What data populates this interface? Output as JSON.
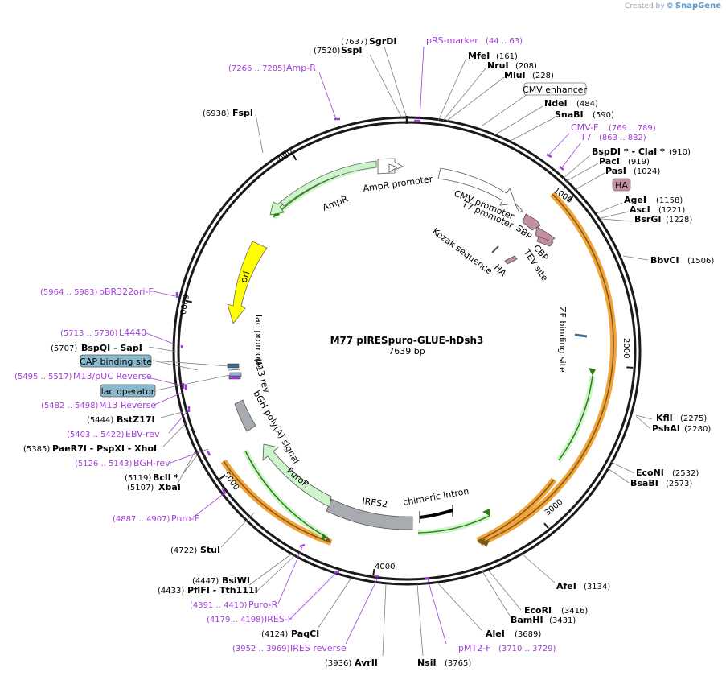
{
  "credit": {
    "prefix": "Created by",
    "brand": "SnapGene"
  },
  "plasmid": {
    "name": "M77 pIRESpuro-GLUE-hDsh3",
    "length_label": "7639 bp",
    "length": 7639
  },
  "ticks": [
    {
      "pos": 1000,
      "label": "1000"
    },
    {
      "pos": 2000,
      "label": "2000"
    },
    {
      "pos": 3000,
      "label": "3000"
    },
    {
      "pos": 4000,
      "label": "4000"
    },
    {
      "pos": 5000,
      "label": "5000"
    },
    {
      "pos": 6000,
      "label": "6000"
    },
    {
      "pos": 7000,
      "label": "7000"
    }
  ],
  "sites": [
    {
      "name": "SgrDI",
      "pos_label": "(7637)",
      "pos": 7637
    },
    {
      "name": "SspI",
      "pos_label": "(7520)",
      "pos": 7520
    },
    {
      "name": "MfeI",
      "pos_label": "(161)",
      "pos": 161
    },
    {
      "name": "NruI",
      "pos_label": "(208)",
      "pos": 208
    },
    {
      "name": "MluI",
      "pos_label": "(228)",
      "pos": 228
    },
    {
      "name": "NdeI",
      "pos_label": "(484)",
      "pos": 484
    },
    {
      "name": "SnaBI",
      "pos_label": "(590)",
      "pos": 590
    },
    {
      "name": "BspDI * - ClaI *",
      "pos_label": "(910)",
      "pos": 910
    },
    {
      "name": "PacI",
      "pos_label": "(919)",
      "pos": 919
    },
    {
      "name": "PasI",
      "pos_label": "(1024)",
      "pos": 1024
    },
    {
      "name": "AgeI",
      "pos_label": "(1158)",
      "pos": 1158
    },
    {
      "name": "AscI",
      "pos_label": "(1221)",
      "pos": 1221
    },
    {
      "name": "BsrGI",
      "pos_label": "(1228)",
      "pos": 1228
    },
    {
      "name": "BbvCI",
      "pos_label": "(1506)",
      "pos": 1506
    },
    {
      "name": "KflI",
      "pos_label": "(2275)",
      "pos": 2275
    },
    {
      "name": "PshAI",
      "pos_label": "(2280)",
      "pos": 2280
    },
    {
      "name": "EcoNI",
      "pos_label": "(2532)",
      "pos": 2532
    },
    {
      "name": "BsaBI",
      "pos_label": "(2573)",
      "pos": 2573
    },
    {
      "name": "AfeI",
      "pos_label": "(3134)",
      "pos": 3134
    },
    {
      "name": "EcoRI",
      "pos_label": "(3416)",
      "pos": 3416
    },
    {
      "name": "BamHI",
      "pos_label": "(3431)",
      "pos": 3431
    },
    {
      "name": "AleI",
      "pos_label": "(3689)",
      "pos": 3689
    },
    {
      "name": "NsiI",
      "pos_label": "(3765)",
      "pos": 3765
    },
    {
      "name": "AvrII",
      "pos_label": "(3936)",
      "pos": 3936
    },
    {
      "name": "PaqCI",
      "pos_label": "(4124)",
      "pos": 4124
    },
    {
      "name": "BsiWI",
      "pos_label": "(4447)",
      "pos": 4447
    },
    {
      "name": "PflFI - Tth111I",
      "pos_label": "(4433)",
      "pos": 4433
    },
    {
      "name": "StuI",
      "pos_label": "(4722)",
      "pos": 4722
    },
    {
      "name": "BclI *",
      "pos_label": "(5119)",
      "pos": 5119
    },
    {
      "name": "XbaI",
      "pos_label": "(5107)",
      "pos": 5107
    },
    {
      "name": "PaeR7I - PspXI - XhoI",
      "pos_label": "(5385)",
      "pos": 5385
    },
    {
      "name": "BstZ17I",
      "pos_label": "(5444)",
      "pos": 5444
    },
    {
      "name": "BspQI - SapI",
      "pos_label": "(5707)",
      "pos": 5707
    },
    {
      "name": "FspI",
      "pos_label": "(6938)",
      "pos": 6938
    }
  ],
  "primers": [
    {
      "name": "pRS-marker",
      "range_label": "(44 .. 63)",
      "pos": 53
    },
    {
      "name": "Amp-R",
      "range_label": "(7266 .. 7285)",
      "pos": 7275
    },
    {
      "name": "CMV-F",
      "range_label": "(769 .. 789)",
      "pos": 779
    },
    {
      "name": "T7",
      "range_label": "(863 .. 882)",
      "pos": 872
    },
    {
      "name": "pBR322ori-F",
      "range_label": "(5964 .. 5983)",
      "pos": 5973
    },
    {
      "name": "L4440",
      "range_label": "(5713 .. 5730)",
      "pos": 5721
    },
    {
      "name": "M13/pUC Reverse",
      "range_label": "(5495 .. 5517)",
      "pos": 5506
    },
    {
      "name": "M13 Reverse",
      "range_label": "(5482 .. 5498)",
      "pos": 5490
    },
    {
      "name": "EBV-rev",
      "range_label": "(5403 .. 5422)",
      "pos": 5412
    },
    {
      "name": "BGH-rev",
      "range_label": "(5126 .. 5143)",
      "pos": 5134
    },
    {
      "name": "Puro-F",
      "range_label": "(4887 .. 4907)",
      "pos": 4897
    },
    {
      "name": "Puro-R",
      "range_label": "(4391 .. 4410)",
      "pos": 4400
    },
    {
      "name": "IRES-F",
      "range_label": "(4179 .. 4198)",
      "pos": 4188
    },
    {
      "name": "IRES reverse",
      "range_label": "(3952 .. 3969)",
      "pos": 3960
    },
    {
      "name": "pMT2-F",
      "range_label": "(3710 .. 3729)",
      "pos": 3719
    }
  ],
  "boxed_labels": [
    {
      "name": "CMV enhancer"
    },
    {
      "name": "HA"
    },
    {
      "name": "CAP binding site"
    },
    {
      "name": "lac operator"
    }
  ],
  "features": [
    {
      "name": "AmpR promoter"
    },
    {
      "name": "AmpR"
    },
    {
      "name": "ori"
    },
    {
      "name": "CMV promoter"
    },
    {
      "name": "T7 promoter"
    },
    {
      "name": "SBP"
    },
    {
      "name": "CBP"
    },
    {
      "name": "TEV site"
    },
    {
      "name": "Kozak sequence"
    },
    {
      "name": "HA"
    },
    {
      "name": "ZF binding site"
    },
    {
      "name": "lac promoter"
    },
    {
      "name": "M13 rev"
    },
    {
      "name": "bGH poly(A) signal"
    },
    {
      "name": "PuroR"
    },
    {
      "name": "IRES2"
    },
    {
      "name": "chimeric intron"
    }
  ],
  "colors": {
    "backbone": "#1a1a1a",
    "amp": "#ccf5cc",
    "amp_border": "#2f7d10",
    "ori": "#ffff00",
    "orf_outline": "#f2a33a",
    "primer": "#a23ed8",
    "tag": "#c48ea3",
    "grey": "#a8abb0",
    "teal": "#89b9cc"
  }
}
